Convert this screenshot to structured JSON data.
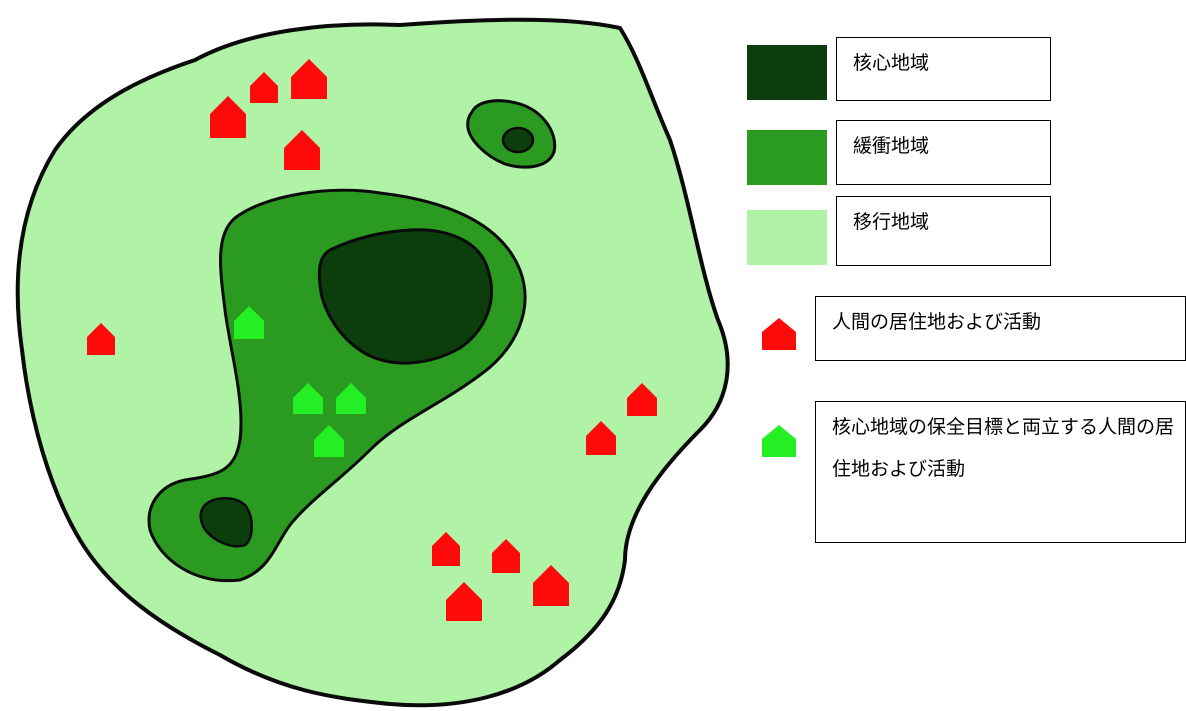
{
  "legend": {
    "core": {
      "label": "核心地域",
      "color": "#0c3d0c"
    },
    "buffer": {
      "label": "緩衝地域",
      "color": "#2b9a20"
    },
    "transition": {
      "label": "移行地域",
      "color": "#b0f2a6"
    },
    "settlement": {
      "label": "人間の居住地および活動",
      "color": "#ff0a0a"
    },
    "compatible_settlement": {
      "label": "核心地域の保全目標と両立する人間の居住地および活動",
      "color": "#24ee24"
    }
  },
  "colors": {
    "outline": "#0a0a0a",
    "background": "#ffffff"
  }
}
